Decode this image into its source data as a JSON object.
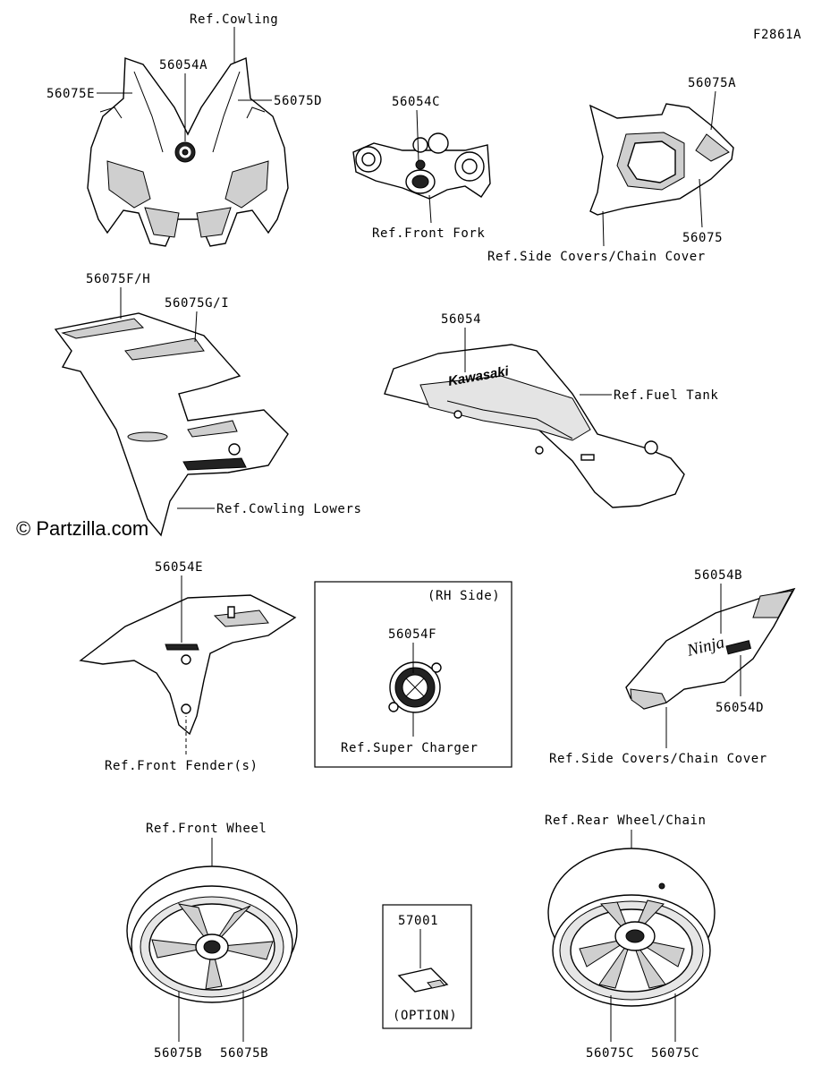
{
  "figure_code": "F2861A",
  "watermark": "© Partzilla.com",
  "labels": {
    "ref_cowling": "Ref.Cowling",
    "p56054A": "56054A",
    "p56075E": "56075E",
    "p56075D": "56075D",
    "p56054C": "56054C",
    "ref_front_fork": "Ref.Front Fork",
    "p56075A": "56075A",
    "p56075": "56075",
    "ref_side_covers_top": "Ref.Side Covers/Chain Cover",
    "p56075FH": "56075F/H",
    "p56075GI": "56075G/I",
    "ref_cowling_lowers": "Ref.Cowling Lowers",
    "p56054": "56054",
    "ref_fuel_tank": "Ref.Fuel Tank",
    "p56054E": "56054E",
    "ref_front_fenders": "Ref.Front Fender(s)",
    "rh_side": "(RH Side)",
    "p56054F": "56054F",
    "ref_super_charger": "Ref.Super Charger",
    "p56054B": "56054B",
    "p56054D": "56054D",
    "ref_side_covers_mid": "Ref.Side Covers/Chain Cover",
    "ref_front_wheel": "Ref.Front Wheel",
    "p56075B_left": "56075B",
    "p56075B_right": "56075B",
    "p57001": "57001",
    "option": "(OPTION)",
    "ref_rear_wheel": "Ref.Rear Wheel/Chain",
    "p56075C_left": "56075C",
    "p56075C_right": "56075C"
  },
  "decals": {
    "tank_logo": "Kawasaki",
    "side_logo": "Ninja"
  }
}
